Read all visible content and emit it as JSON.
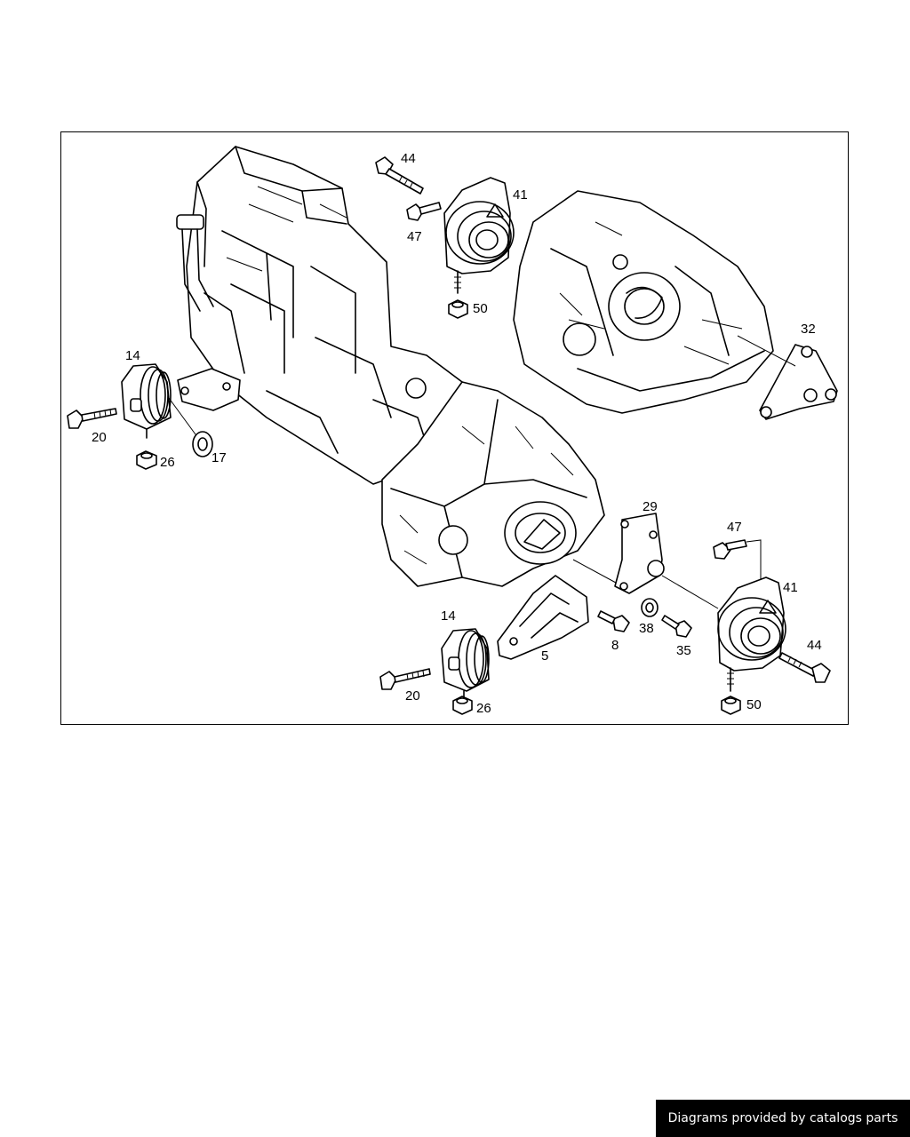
{
  "diagram": {
    "callouts": {
      "c44_top": "44",
      "c41_top": "41",
      "c47_top": "47",
      "c50_top": "50",
      "c32": "32",
      "c14_left": "14",
      "c20_left": "20",
      "c26_left": "26",
      "c17": "17",
      "c29": "29",
      "c47_right": "47",
      "c41_right": "41",
      "c14_bottom": "14",
      "c5": "5",
      "c8": "8",
      "c38": "38",
      "c35": "35",
      "c44_right": "44",
      "c20_bottom": "20",
      "c26_bottom": "26",
      "c50_right": "50"
    }
  },
  "footer": {
    "credit": "Diagrams provided by catalogs parts"
  }
}
